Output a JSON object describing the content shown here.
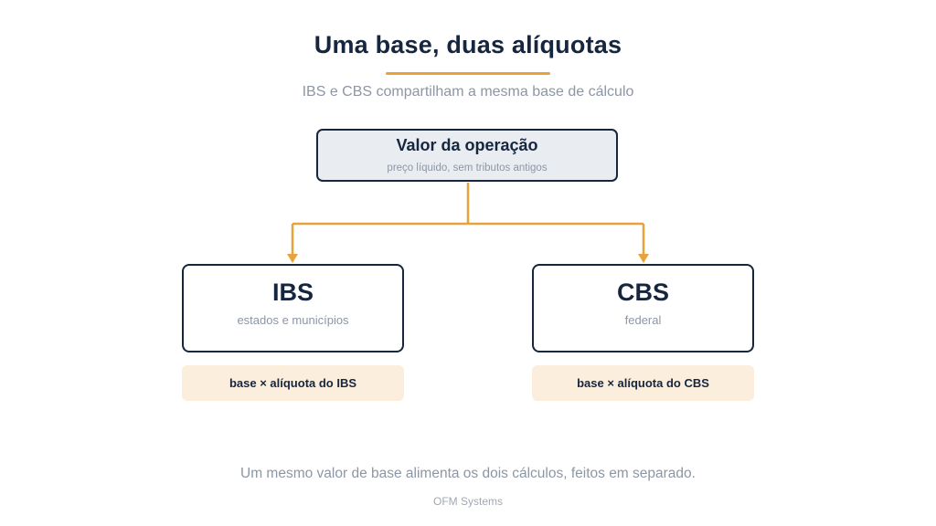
{
  "header": {
    "title": "Uma base, duas alíquotas",
    "subtitle": "IBS e CBS compartilham a mesma base de cálculo"
  },
  "root": {
    "title": "Valor da operação",
    "description": "preço líquido, sem tributos antigos"
  },
  "branches": [
    {
      "title": "IBS",
      "description": "estados e municípios",
      "formula": "base × alíquota do IBS"
    },
    {
      "title": "CBS",
      "description": "federal",
      "formula": "base × alíquota do CBS"
    }
  ],
  "footer": {
    "note": "Um mesmo valor de base alimenta os dois cálculos, feitos em separado.",
    "credit": "OFM Systems"
  },
  "colors": {
    "primary": "#16263f",
    "accent": "#e8a23a",
    "muted_text": "#8d96a4",
    "root_fill": "#e9edf1",
    "formula_fill": "#fbeedc"
  }
}
